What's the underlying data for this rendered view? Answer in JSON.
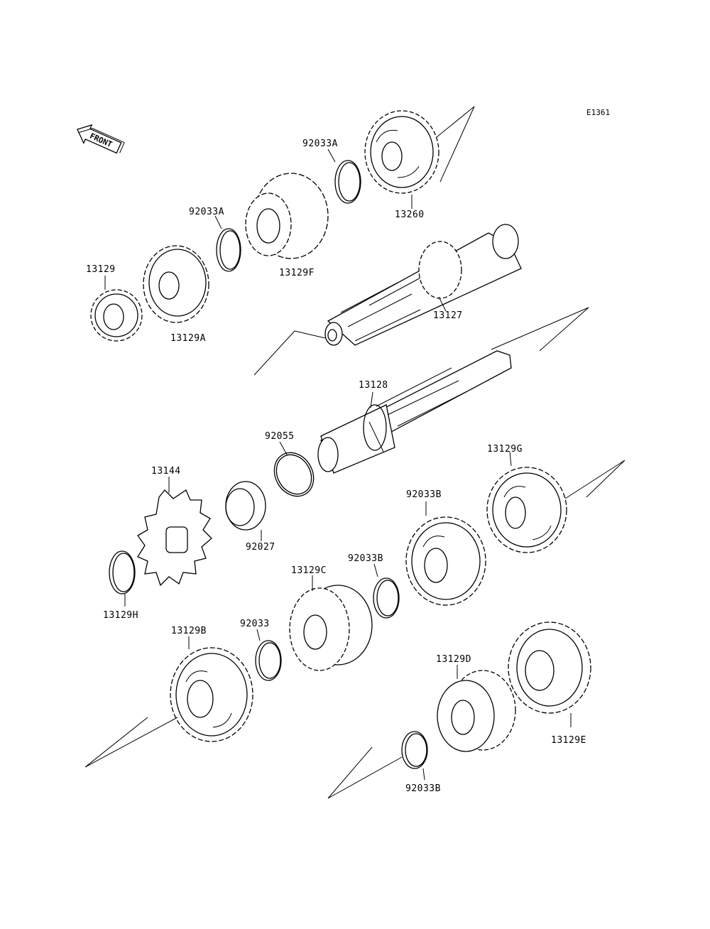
{
  "diagram": {
    "code": "E1361",
    "front_label": "FRONT",
    "parts": [
      {
        "id": "p13129",
        "label": "13129"
      },
      {
        "id": "p13129A",
        "label": "13129A"
      },
      {
        "id": "p92033A_1",
        "label": "92033A"
      },
      {
        "id": "p13129F",
        "label": "13129F"
      },
      {
        "id": "p92033A_2",
        "label": "92033A"
      },
      {
        "id": "p13260",
        "label": "13260"
      },
      {
        "id": "p13127",
        "label": "13127"
      },
      {
        "id": "p13128",
        "label": "13128"
      },
      {
        "id": "p92055",
        "label": "92055"
      },
      {
        "id": "p13144",
        "label": "13144"
      },
      {
        "id": "p92027",
        "label": "92027"
      },
      {
        "id": "p13129H",
        "label": "13129H"
      },
      {
        "id": "p13129G",
        "label": "13129G"
      },
      {
        "id": "p92033B_1",
        "label": "92033B"
      },
      {
        "id": "p92033B_2",
        "label": "92033B"
      },
      {
        "id": "p13129C",
        "label": "13129C"
      },
      {
        "id": "p92033",
        "label": "92033"
      },
      {
        "id": "p13129B",
        "label": "13129B"
      },
      {
        "id": "p13129D",
        "label": "13129D"
      },
      {
        "id": "p13129E",
        "label": "13129E"
      },
      {
        "id": "p92033B_3",
        "label": "92033B"
      }
    ]
  }
}
